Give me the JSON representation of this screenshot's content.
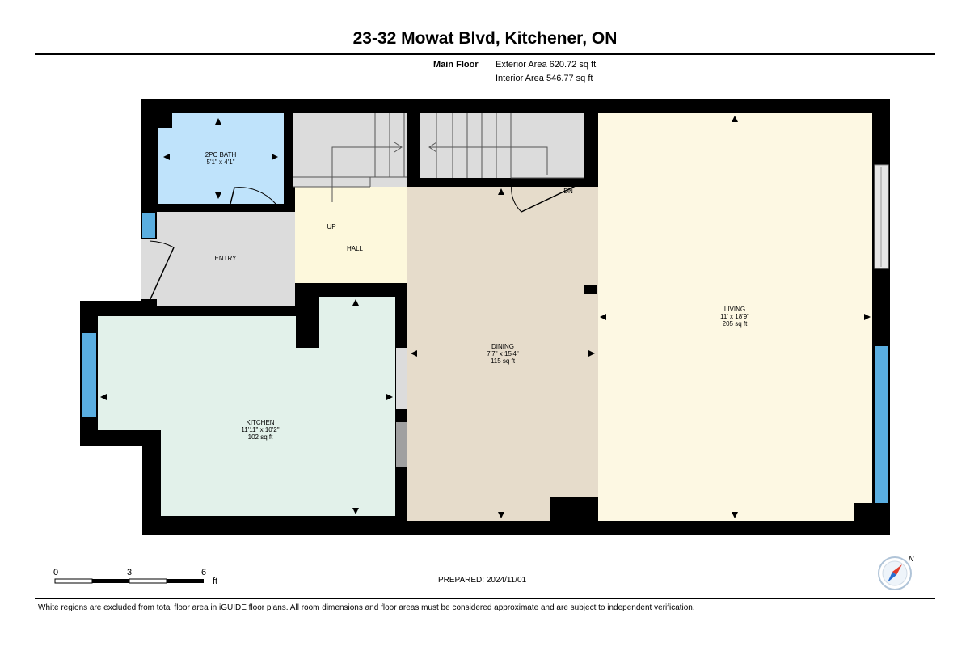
{
  "header": {
    "title": "23-32 Mowat Blvd, Kitchener, ON",
    "floor_label": "Main Floor",
    "exterior_area": "Exterior Area 620.72 sq ft",
    "interior_area": "Interior Area 546.77 sq ft"
  },
  "rooms": {
    "bath": {
      "name": "2PC BATH",
      "dims": "5'1\" x 4'1\""
    },
    "entry": {
      "name": "ENTRY"
    },
    "hall": {
      "name": "HALL",
      "up": "UP"
    },
    "dining": {
      "name": "DINING",
      "dims": "7'7\" x 15'4\"",
      "area": "115 sq ft"
    },
    "living": {
      "name": "LIVING",
      "dims": "11' x 18'9\"",
      "area": "205 sq ft"
    },
    "kitchen": {
      "name": "KITCHEN",
      "dims": "11'11\" x 10'2\"",
      "area": "102 sq ft"
    },
    "stairs_down": "DN"
  },
  "scale": {
    "ticks": [
      "0",
      "3",
      "6"
    ],
    "unit": "ft"
  },
  "prepared": "PREPARED: 2024/11/01",
  "footer": "White regions are excluded from total floor area in iGUIDE floor plans. All room dimensions and floor areas must be considered approximate and are subject to independent verification.",
  "colors": {
    "wall": "#000000",
    "bath": "#bfe3fb",
    "entry": "#dcdcdc",
    "hall": "#fdf8dc",
    "dining": "#e6dccb",
    "living": "#fdf8e3",
    "kitchen": "#e2f1ea",
    "window": "#5aaee0",
    "stairs": "#dcdcdc"
  },
  "icons": {
    "compass": "north-compass-icon"
  }
}
